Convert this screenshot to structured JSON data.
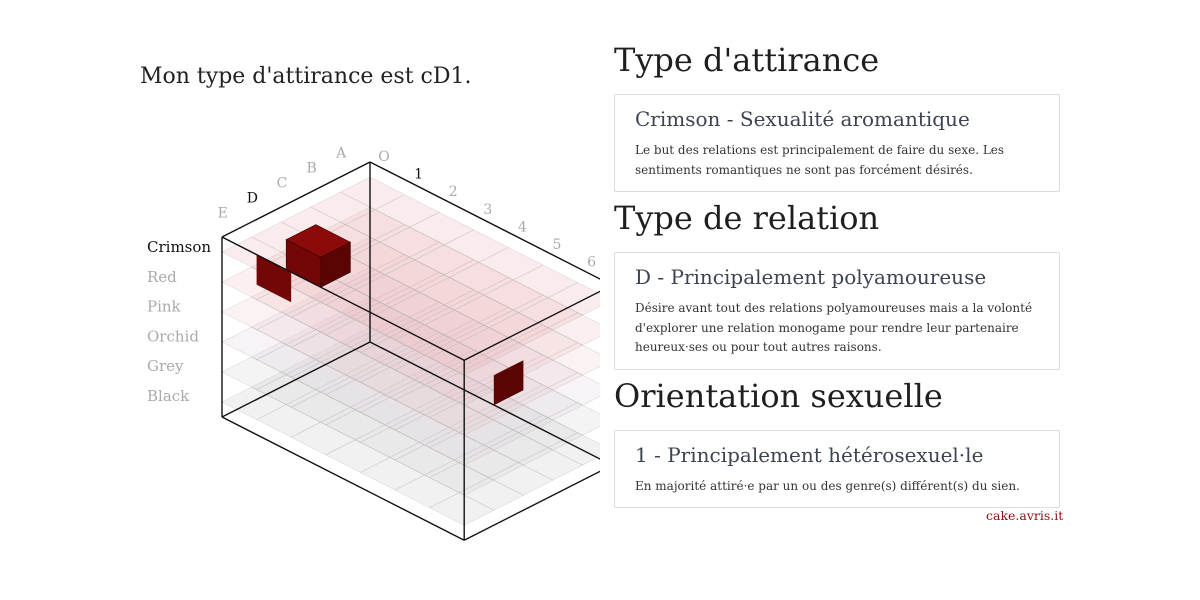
{
  "headline": "Mon type d'attirance est cD1.",
  "cube": {
    "color_rows": [
      {
        "label": "Crimson",
        "color": "#e8a7ac",
        "active": true
      },
      {
        "label": "Red",
        "color": "#eeb6ba",
        "active": false
      },
      {
        "label": "Pink",
        "color": "#e7c2c9",
        "active": false
      },
      {
        "label": "Orchid",
        "color": "#ddc8d4",
        "active": false
      },
      {
        "label": "Grey",
        "color": "#cfcfcf",
        "active": false
      },
      {
        "label": "Black",
        "color": "#bdbdbd",
        "active": false
      }
    ],
    "letter_axis": [
      {
        "label": "A",
        "active": false
      },
      {
        "label": "B",
        "active": false
      },
      {
        "label": "C",
        "active": false
      },
      {
        "label": "D",
        "active": true
      },
      {
        "label": "E",
        "active": false
      }
    ],
    "number_axis": [
      {
        "label": "O",
        "active": false
      },
      {
        "label": "1",
        "active": true
      },
      {
        "label": "2",
        "active": false
      },
      {
        "label": "3",
        "active": false
      },
      {
        "label": "4",
        "active": false
      },
      {
        "label": "5",
        "active": false
      },
      {
        "label": "6",
        "active": false
      }
    ],
    "highlight_color": "#8b0a0a"
  },
  "sections": [
    {
      "title": "Type d'attirance",
      "card_title": "Crimson - Sexualité aromantique",
      "card_text": "Le but des relations est principalement de faire du sexe. Les sentiments romantiques ne sont pas forcément désirés."
    },
    {
      "title": "Type de relation",
      "card_title": "D - Principalement polyamoureuse",
      "card_text": "Désire avant tout des relations polyamoureuses mais a la volonté d'explorer une relation monogame pour rendre leur partenaire heureux·ses ou pour tout autres raisons."
    },
    {
      "title": "Orientation sexuelle",
      "card_title": "1 - Principalement hétérosexuel·le",
      "card_text": "En majorité attiré·e par un ou des genre(s) différent(s) du sien."
    }
  ],
  "footer": {
    "link_text": "cake.avris.it",
    "color": "#8b1111"
  }
}
